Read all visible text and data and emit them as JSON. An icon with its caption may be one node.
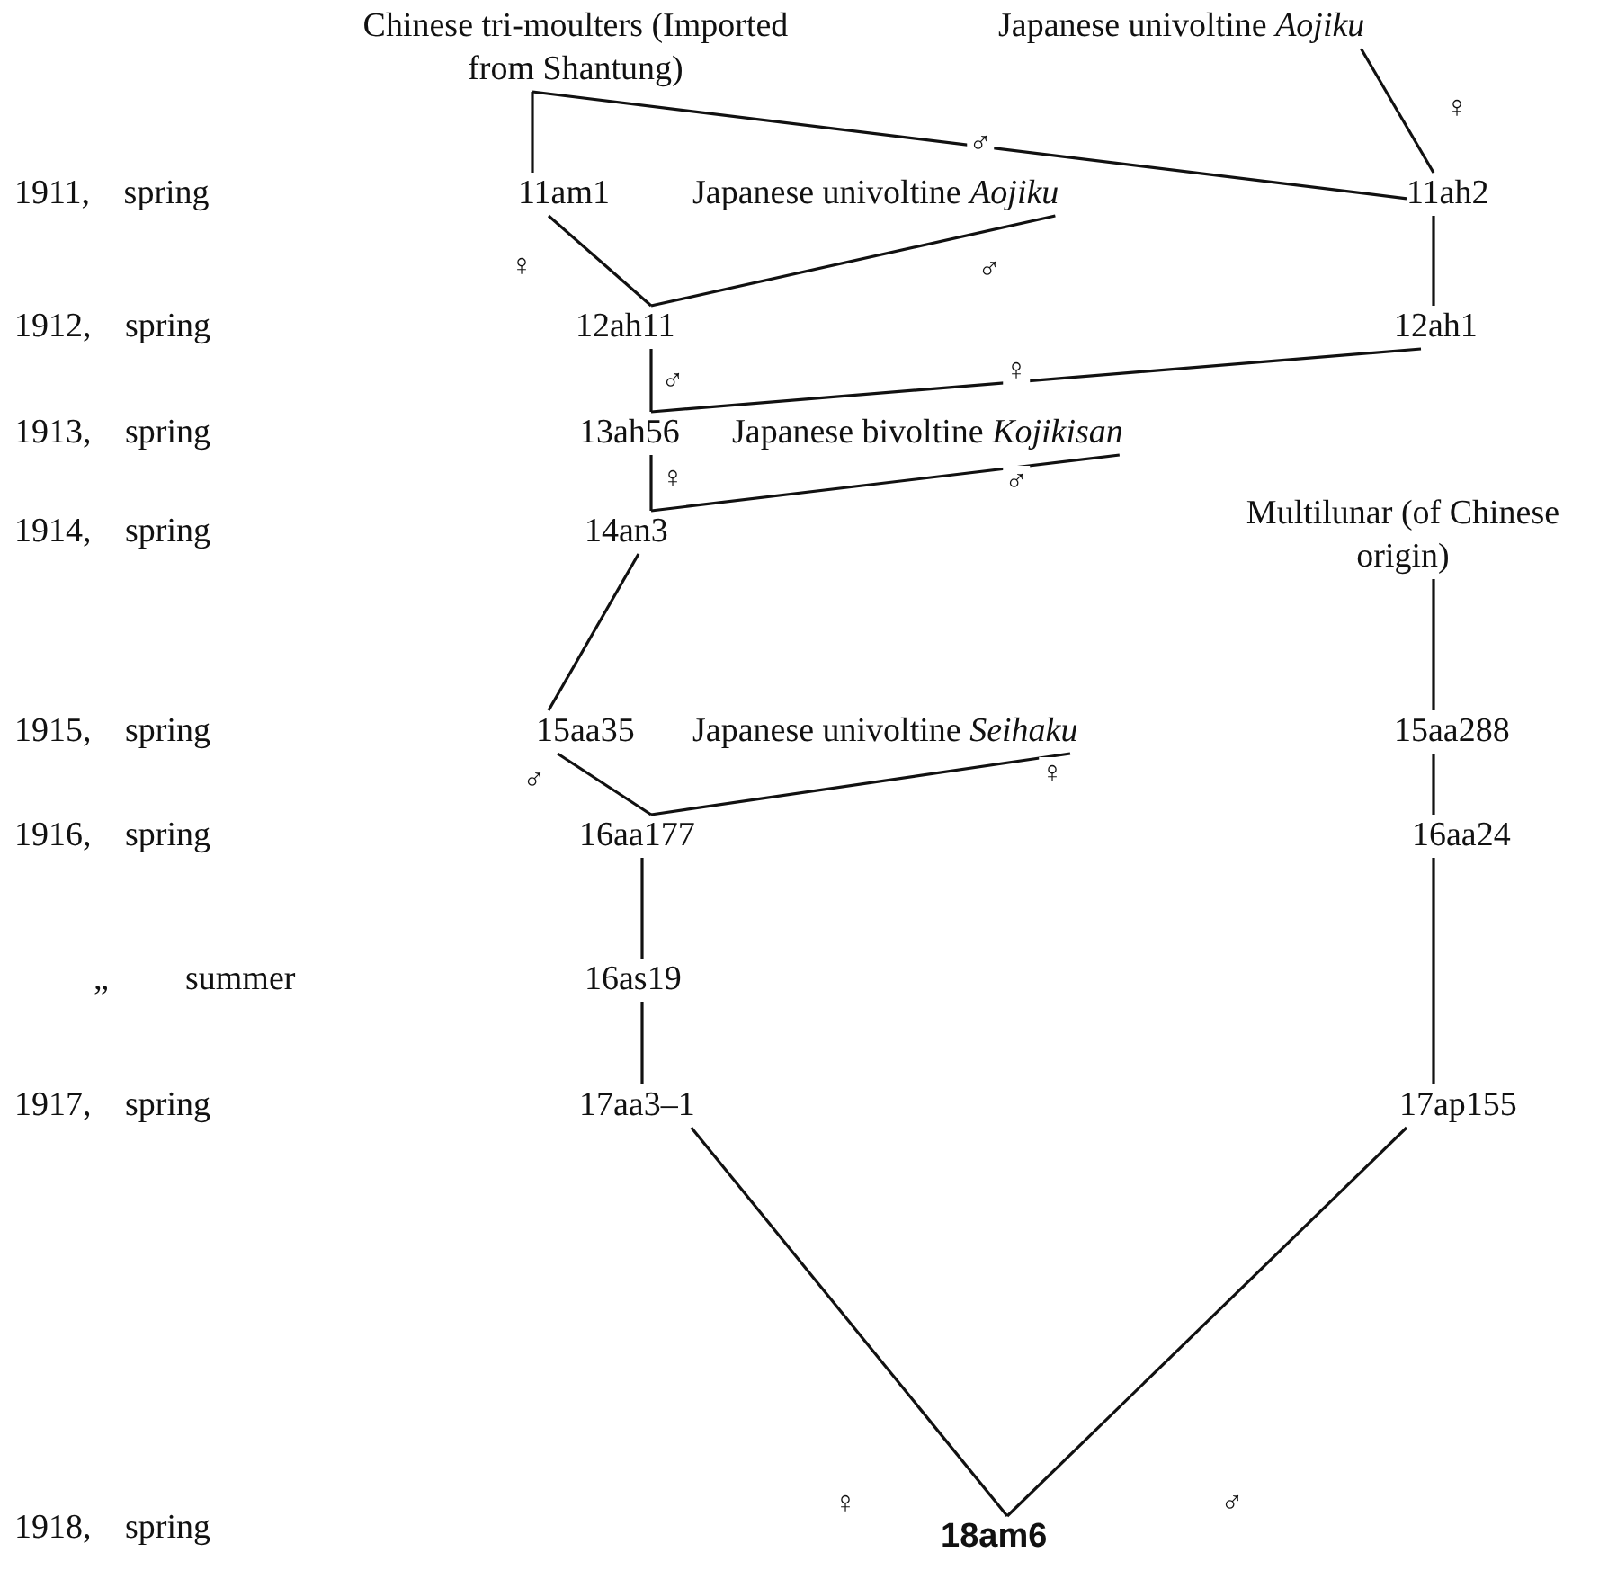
{
  "diagram": {
    "nodes": [
      {
        "text": [
          "Chinese tri-moulters (Imported from Shantung)"
        ]
      },
      {
        "text": [
          "Japanese univoltine *Aojiku*"
        ]
      },
      {
        "text": [
          "11am1"
        ]
      },
      {
        "text": [
          "Japanese univoltine *Aojiku*"
        ]
      },
      {
        "text": [
          "11ah2"
        ]
      },
      {
        "text": [
          "12ah11"
        ]
      },
      {
        "text": [
          "12ah1"
        ]
      },
      {
        "text": [
          "13ah56"
        ]
      },
      {
        "text": [
          "Japanese bivoltine *Kojikisan*"
        ]
      },
      {
        "text": [
          "14an3"
        ]
      },
      {
        "text": [
          "Multilunar (of Chinese origin)"
        ]
      },
      {
        "text": [
          "15aa35"
        ]
      },
      {
        "text": [
          "Japanese univoltine *Seihaku*"
        ]
      },
      {
        "text": [
          "15aa288"
        ]
      },
      {
        "text": [
          "16aa177"
        ]
      },
      {
        "text": [
          "16aa24"
        ]
      },
      {
        "text": [
          "16as19"
        ]
      },
      {
        "text": [
          "17aa3–1"
        ]
      },
      {
        "text": [
          "17ap155"
        ]
      },
      {
        "text": [
          "18am6"
        ]
      }
    ],
    "edges": [
      {
        "from": 0,
        "to": 2,
        "arrow": "none"
      },
      {
        "from": 0,
        "to": 4,
        "arrow": "none",
        "label": "♂"
      },
      {
        "from": 1,
        "to": 4,
        "arrow": "none",
        "label": "♀"
      },
      {
        "from": 2,
        "to": 5,
        "arrow": "none",
        "label": "♀"
      },
      {
        "from": 3,
        "to": 5,
        "arrow": "none",
        "label": "♂"
      },
      {
        "from": 4,
        "to": 6,
        "arrow": "none"
      },
      {
        "from": 5,
        "to": 7,
        "arrow": "none",
        "label": "♂"
      },
      {
        "from": 6,
        "to": 7,
        "arrow": "none",
        "label": "♀"
      },
      {
        "from": 7,
        "to": 9,
        "arrow": "none",
        "label": "♀"
      },
      {
        "from": 8,
        "to": 9,
        "arrow": "none",
        "label": "♂"
      },
      {
        "from": 9,
        "to": 11,
        "arrow": "none"
      },
      {
        "from": 10,
        "to": 13,
        "arrow": "none"
      },
      {
        "from": 11,
        "to": 14,
        "arrow": "none",
        "label": "♂"
      },
      {
        "from": 12,
        "to": 14,
        "arrow": "none",
        "label": "♀"
      },
      {
        "from": 13,
        "to": 15,
        "arrow": "none"
      },
      {
        "from": 14,
        "to": 16,
        "arrow": "none"
      },
      {
        "from": 16,
        "to": 17,
        "arrow": "none"
      },
      {
        "from": 15,
        "to": 18,
        "arrow": "none"
      },
      {
        "from": 17,
        "to": 19,
        "arrow": "none",
        "label": "♀"
      },
      {
        "from": 18,
        "to": 19,
        "arrow": "none",
        "label": "♂"
      }
    ],
    "labels": [
      "1911, spring",
      "1912, spring",
      "1913, spring",
      "1914, spring",
      "1915, spring",
      "1916, spring",
      "„",
      "summer",
      "1917, spring",
      "1918, spring"
    ]
  }
}
